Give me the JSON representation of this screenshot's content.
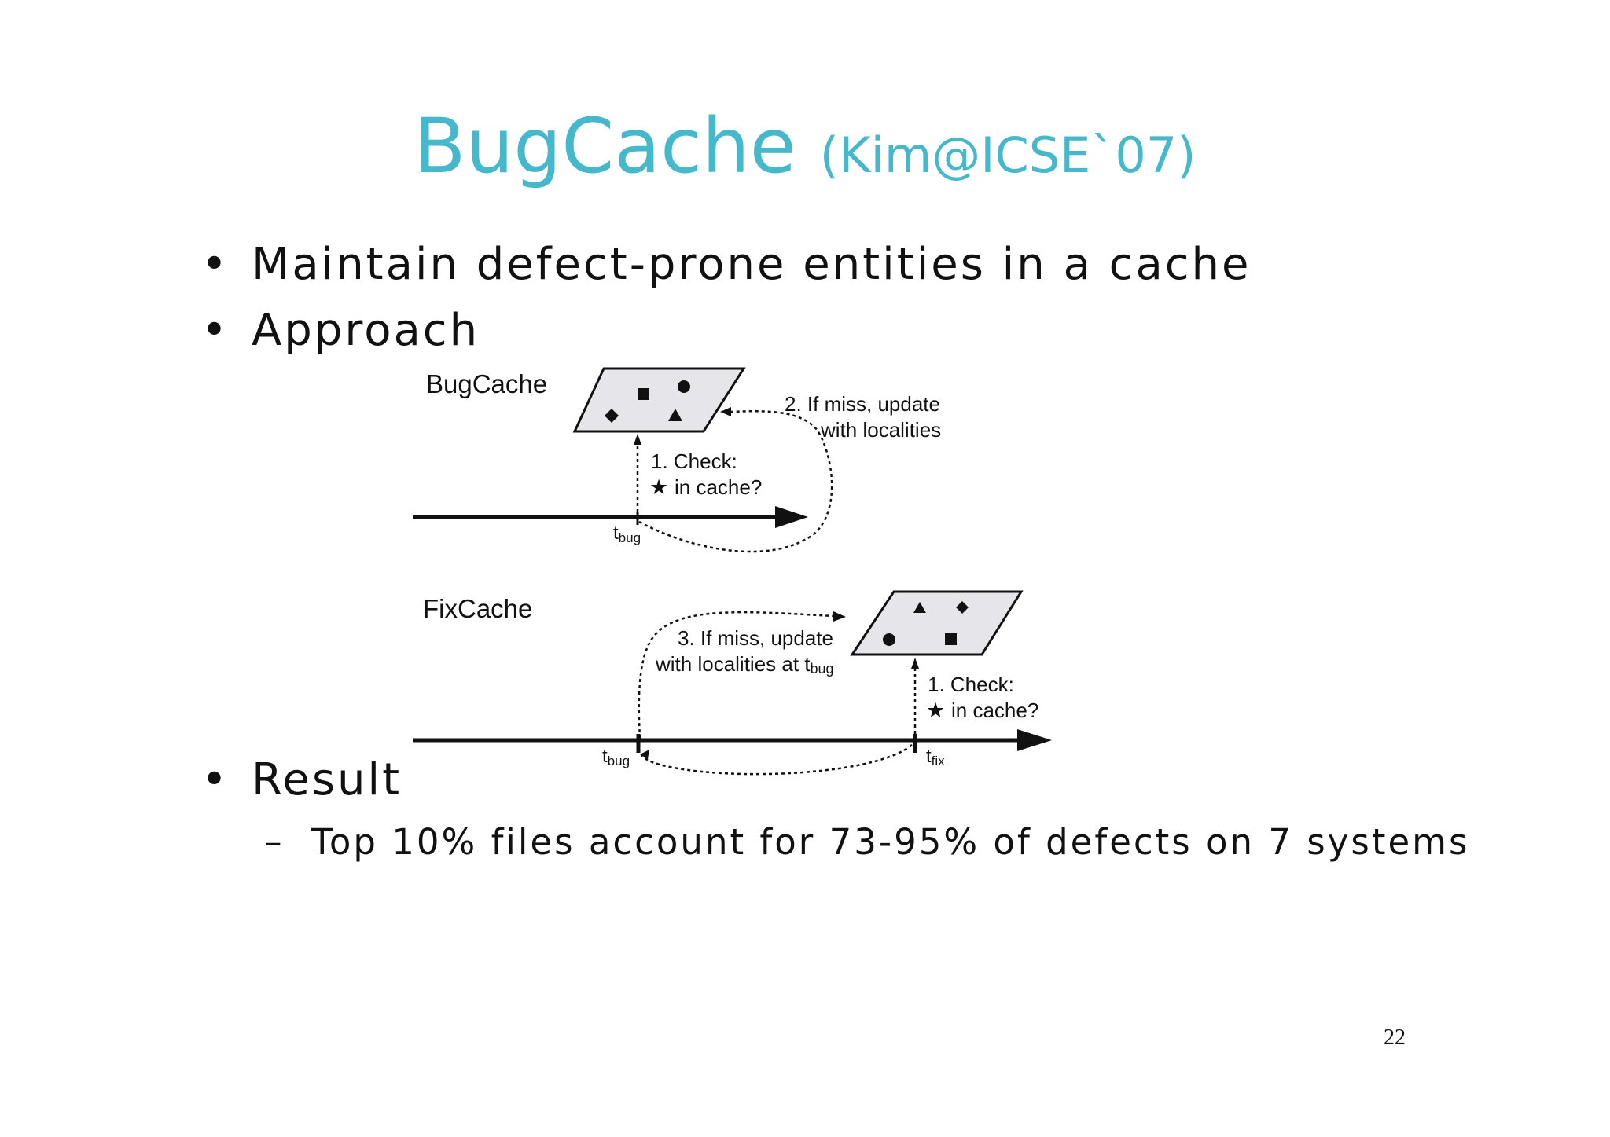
{
  "title": {
    "main": "BugCache",
    "sub": "(Kim@ICSE`07)"
  },
  "bullets": [
    {
      "text": "Maintain defect-prone entities in a cache"
    },
    {
      "text": "Approach"
    },
    {
      "text": "Result"
    }
  ],
  "sub_bullets": [
    {
      "text": "Top 10% files account for 73-95% of defects on 7 systems"
    }
  ],
  "diagram": {
    "bugcache": {
      "label": "BugCache",
      "step1_line1": "1. Check:",
      "step1_line2": "in cache?",
      "step2_line1": "2. If miss, update",
      "step2_line2": "with localities",
      "t_bug": "t",
      "t_bug_sub": "bug"
    },
    "fixcache": {
      "label": "FixCache",
      "step1_line1": "1. Check:",
      "step1_line2": "in cache?",
      "step3_line1": "3. If miss, update",
      "step3_line2": "with localities at t",
      "step3_sub": "bug",
      "t_bug": "t",
      "t_bug_sub": "bug",
      "t_fix": "t",
      "t_fix_sub": "fix"
    }
  },
  "page_number": "22",
  "colors": {
    "title": "#45b8cc",
    "cache_fill": "#e6e6ea",
    "text": "#111111"
  }
}
